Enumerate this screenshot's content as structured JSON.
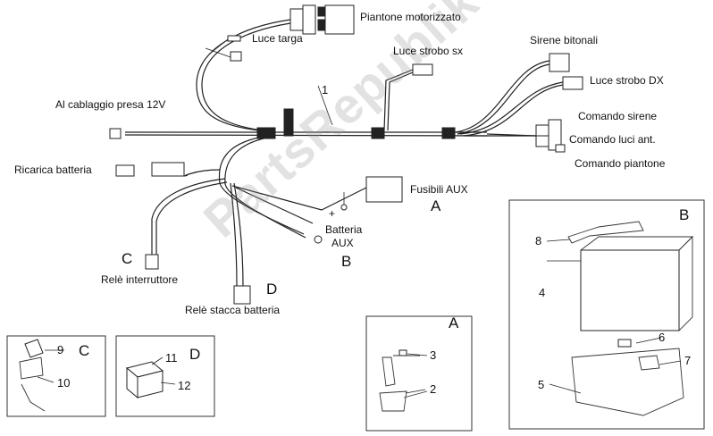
{
  "main_harness": {
    "number": "1",
    "labels": {
      "piantone": "Piantone motorizzato",
      "luce_targa": "Luce targa",
      "luce_strobo_sx": "Luce strobo sx",
      "sirene": "Sirene bitonali",
      "luce_strobo_dx": "Luce strobo DX",
      "al_cablaggio": "Al cablaggio presa 12V",
      "comando_sirene": "Comando sirene",
      "comando_luci": "Comando luci ant.",
      "comando_piantone": "Comando piantone",
      "ricarica": "Ricarica batteria",
      "fusibili": "Fusibili AUX",
      "batteria": "Batteria",
      "aux": "AUX",
      "plus": "+",
      "rele_interruttore": "Relè interruttore",
      "rele_stacca": "Relè stacca batteria"
    },
    "letters": {
      "a": "A",
      "b": "B",
      "c": "C",
      "d": "D"
    }
  },
  "detail_a": {
    "letter": "A",
    "parts": [
      "3",
      "2"
    ]
  },
  "detail_b": {
    "letter": "B",
    "parts": [
      "8",
      "4",
      "6",
      "7",
      "5"
    ]
  },
  "detail_c": {
    "letter": "C",
    "parts": [
      "9",
      "10"
    ]
  },
  "detail_d": {
    "letter": "D",
    "parts": [
      "11",
      "12"
    ]
  },
  "watermark": {
    "text": "PartsRepublik"
  }
}
